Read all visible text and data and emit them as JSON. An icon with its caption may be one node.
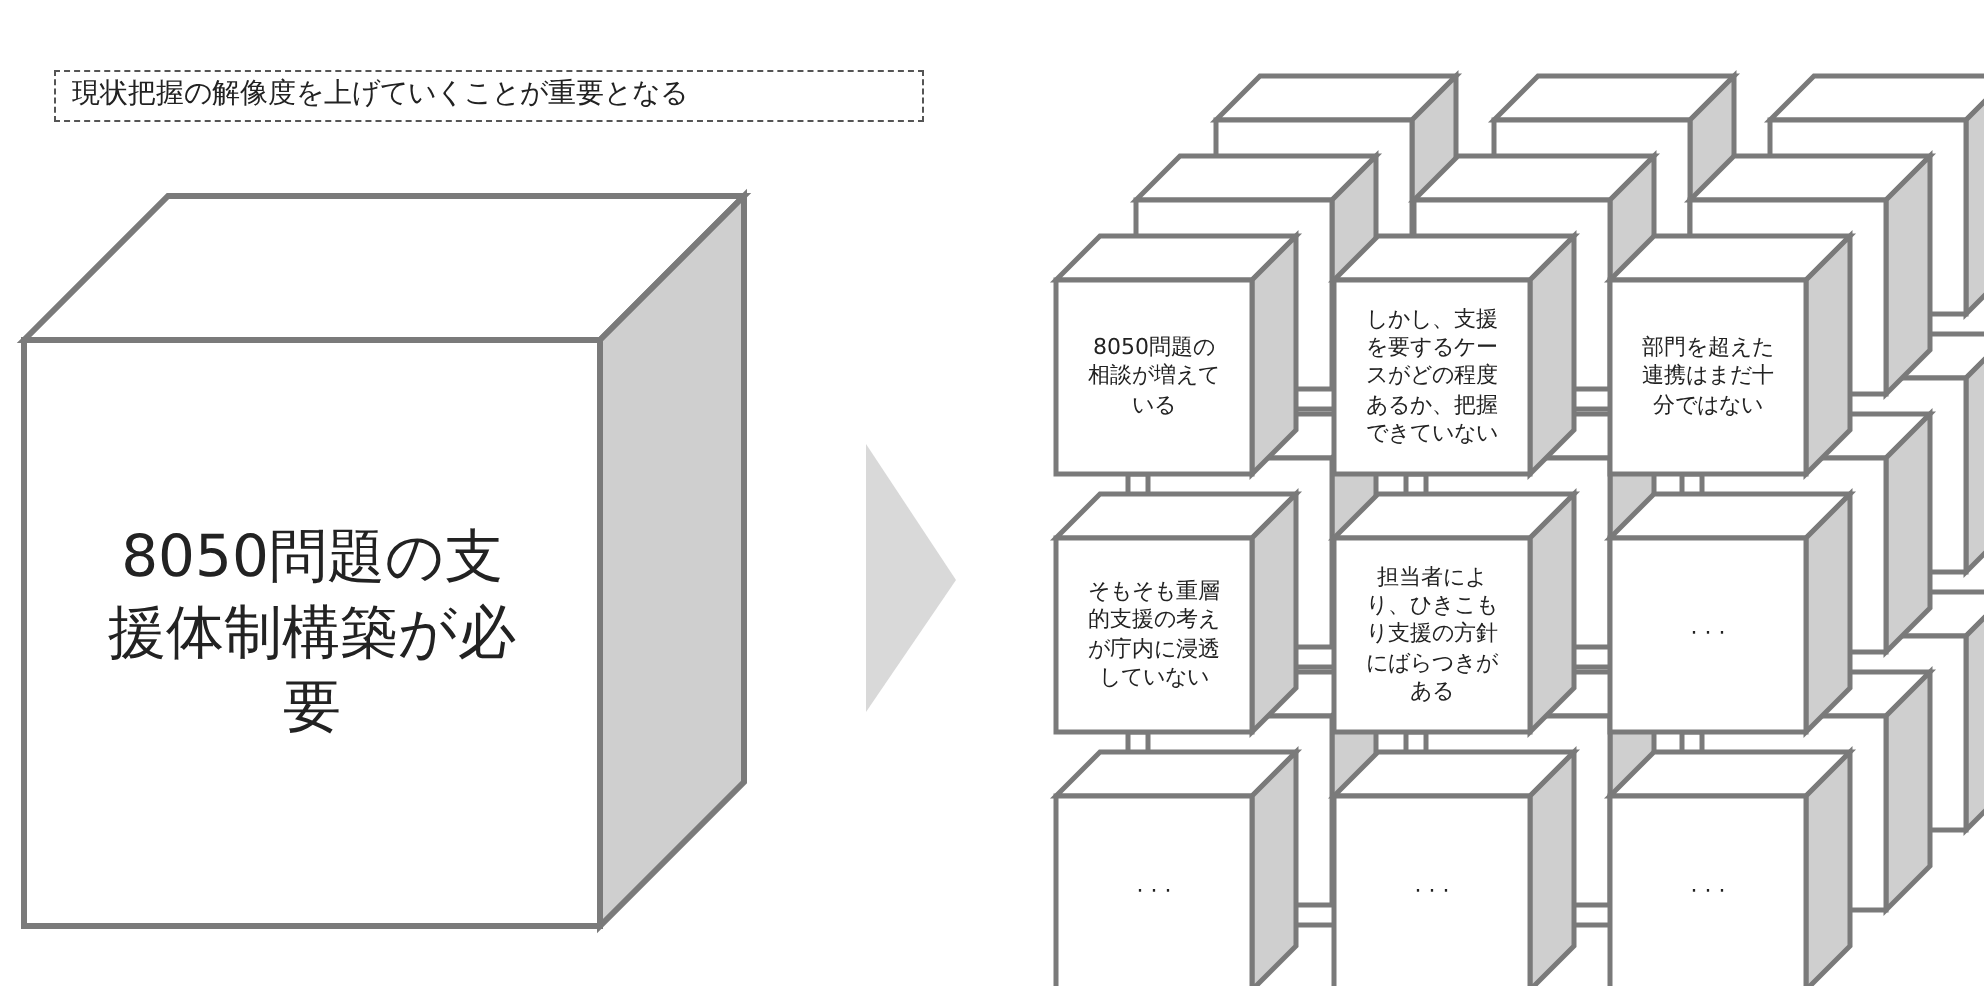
{
  "diagram": {
    "nodes": [
      {
        "text": [
          "現状把握の解像度を上げていくことが重要となる"
        ]
      },
      {
        "text": [
          "8050問題の支援体制構築が必要"
        ]
      },
      {
        "text": [
          "8050問題の相談が増えている"
        ]
      },
      {
        "text": [
          "しかし、支援を要するケースがどの程度あるか、把握できていない"
        ]
      },
      {
        "text": [
          "部門を超えた連携はまだ十分ではない"
        ]
      },
      {
        "text": [
          "そもそも重層的支援の考えが庁内に浸透していない"
        ]
      },
      {
        "text": [
          "担当者により、ひきこもり支援の方針にばらつきがある"
        ]
      },
      {
        "text": [
          "· · ·"
        ]
      },
      {
        "text": [
          "· · ·"
        ]
      },
      {
        "text": [
          "· · ·"
        ]
      },
      {
        "text": [
          "· · ·"
        ]
      },
      {
        "text": [],
        "shape": "cube"
      },
      {
        "text": [],
        "shape": "cube"
      },
      {
        "text": [],
        "shape": "cube"
      },
      {
        "text": [],
        "shape": "cube"
      },
      {
        "text": [],
        "shape": "cube"
      },
      {
        "text": [],
        "shape": "cube"
      },
      {
        "text": [],
        "shape": "cube"
      },
      {
        "text": [],
        "shape": "cube"
      },
      {
        "text": [],
        "shape": "cube"
      },
      {
        "text": [],
        "shape": "cube"
      },
      {
        "text": [],
        "shape": "cube"
      },
      {
        "text": [],
        "shape": "cube"
      },
      {
        "text": [],
        "shape": "cube"
      },
      {
        "text": [],
        "shape": "cube"
      }
    ]
  }
}
